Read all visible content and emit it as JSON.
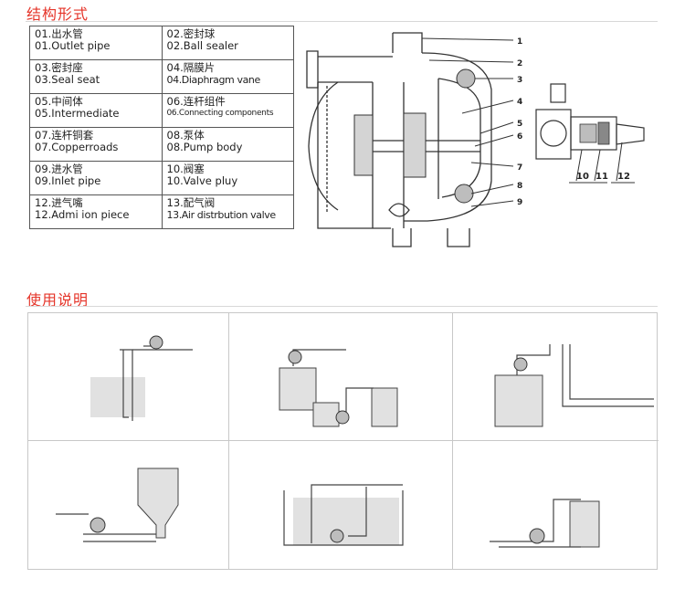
{
  "sections": {
    "structure_title": "结构形式",
    "usage_title": "使用说明"
  },
  "parts": [
    {
      "cn": "01.出水管",
      "en": "01.Outlet pipe"
    },
    {
      "cn": "02.密封球",
      "en": "02.Ball sealer"
    },
    {
      "cn": "03.密封座",
      "en": "03.Seal seat"
    },
    {
      "cn": "04.隔膜片",
      "en": "04.Diaphragm vane"
    },
    {
      "cn": "05.中间体",
      "en": "05.Intermediate"
    },
    {
      "cn": "06.连杆组件",
      "en": "06.Connecting components"
    },
    {
      "cn": "07.连杆铜套",
      "en": "07.Copperroads"
    },
    {
      "cn": "08.泵体",
      "en": "08.Pump body"
    },
    {
      "cn": "09.进水管",
      "en": "09.Inlet pipe"
    },
    {
      "cn": "10.阀塞",
      "en": "10.Valve pluy"
    },
    {
      "cn": "12.进气嘴",
      "en": "12.Admi ion piece"
    },
    {
      "cn": "13.配气阀",
      "en": "13.Air distrbution valve"
    }
  ],
  "diagram_callouts": [
    "1",
    "2",
    "3",
    "4",
    "5",
    "6",
    "7",
    "8",
    "9"
  ],
  "detail_callouts": [
    "10",
    "11",
    "12"
  ],
  "usage_diagrams": [
    {
      "id": "suction-lift"
    },
    {
      "id": "transfer-between-tanks"
    },
    {
      "id": "drum-emptying"
    },
    {
      "id": "flooded-suction-hopper"
    },
    {
      "id": "submerged-pit"
    },
    {
      "id": "tank-filling"
    }
  ],
  "colors": {
    "title": "#e5352a",
    "line": "#333333",
    "shade": "#bdbdbd",
    "grid": "#c8c8c8"
  }
}
